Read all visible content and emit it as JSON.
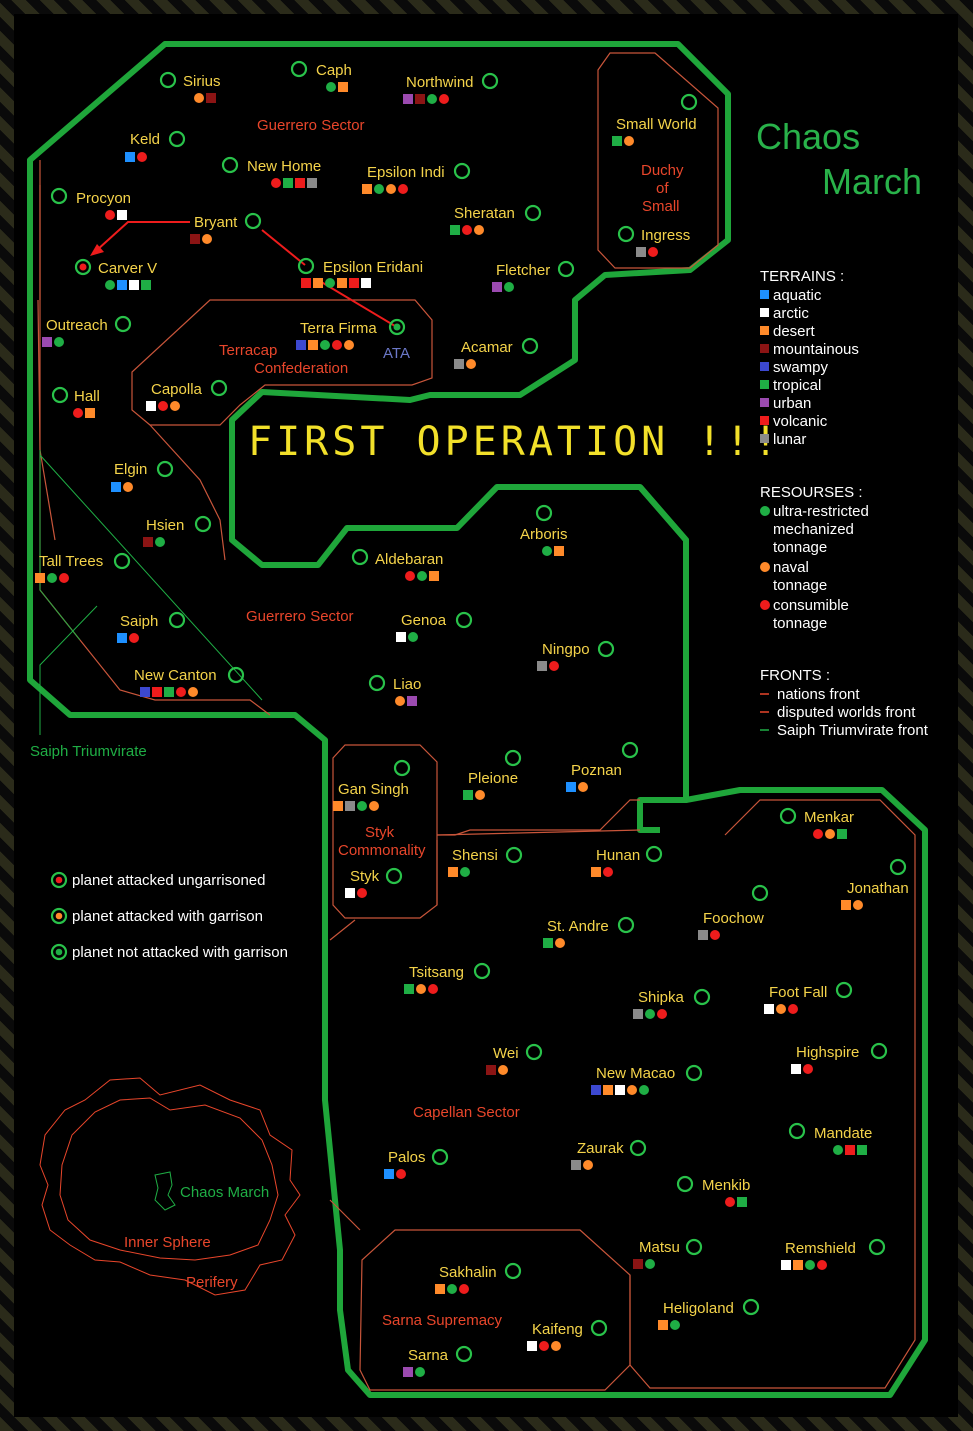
{
  "colors": {
    "border_green": "#1fa63a",
    "planet_ring": "#29c24a",
    "sector_line": "#c8553a",
    "name": "#f2d34e",
    "sector_name": "#e8462b",
    "ata": "#6b78c8",
    "title_yellow": "#f2e02a",
    "march_green": "#29b24a"
  },
  "title": {
    "line1": "Chaos",
    "line2": "March"
  },
  "banner": "FIRST OPERATION !!!",
  "sectors": [
    {
      "id": "guerrero-sector-north",
      "label": "Guerrero  Sector"
    },
    {
      "id": "duchy-of-small",
      "lines": [
        "Duchy",
        "of",
        "Small"
      ]
    },
    {
      "id": "terracap",
      "lines": [
        "Terracap",
        "Confederation"
      ]
    },
    {
      "id": "guerrero-sector-south",
      "label": "Guerrero  Sector"
    },
    {
      "id": "styk-commonality",
      "lines": [
        "Styk",
        "Commonality"
      ]
    },
    {
      "id": "capellan-sector",
      "label": "Capellan  Sector"
    },
    {
      "id": "sarna-supremacy",
      "label": "Sarna  Supremacy"
    }
  ],
  "ata_label": "ATA",
  "saiph_triumvirate_label": "Saiph  Triumvirate",
  "terrain_colors": {
    "aquatic": "#1e90ff",
    "arctic": "#ffffff",
    "desert": "#ff8a2a",
    "mountainous": "#8b1414",
    "swampy": "#3c48d0",
    "tropical": "#1fae45",
    "urban": "#9b4ab0",
    "volcanic": "#ee1c1c",
    "lunar": "#8a8a8a"
  },
  "resource_colors": {
    "mechanized": "#1fae45",
    "naval": "#ff8a2a",
    "consumible": "#ee1c1c"
  },
  "legend": {
    "terrains_title": "TERRAINS :",
    "terrains": [
      {
        "label": "aquatic",
        "color": "aquatic"
      },
      {
        "label": "arctic",
        "color": "arctic"
      },
      {
        "label": "desert",
        "color": "desert"
      },
      {
        "label": "mountainous",
        "color": "mountainous"
      },
      {
        "label": "swampy",
        "color": "swampy"
      },
      {
        "label": "tropical",
        "color": "tropical"
      },
      {
        "label": "urban",
        "color": "urban"
      },
      {
        "label": "volcanic",
        "color": "volcanic"
      },
      {
        "label": "lunar",
        "color": "lunar"
      }
    ],
    "resources_title": "RESOURSES :",
    "resources": [
      {
        "lines": [
          "ultra-restricted",
          "mechanized",
          "tonnage"
        ],
        "color": "mechanized"
      },
      {
        "lines": [
          "naval",
          "tonnage"
        ],
        "color": "naval"
      },
      {
        "lines": [
          "consumible",
          "tonnage"
        ],
        "color": "consumible"
      }
    ],
    "fronts_title": "FRONTS :",
    "fronts": [
      {
        "label": "nations front",
        "color": "#e8462b"
      },
      {
        "label": "disputed worlds front",
        "color": "#e8462b"
      },
      {
        "label": "Saiph Triumvirate front",
        "color": "#1fae45"
      }
    ]
  },
  "attack_legend": [
    {
      "label": "planet attacked ungarrisoned",
      "dot": "#ee1c1c"
    },
    {
      "label": "planet attacked with garrison",
      "dot": "#ff8a2a"
    },
    {
      "label": "planet not attacked with garrison",
      "dot": "#1fae45"
    }
  ],
  "inset": {
    "chaos_march": "Chaos  March",
    "inner_sphere": "Inner  Sphere",
    "perifery": "Perifery"
  },
  "planets": [
    {
      "name": "Sirius",
      "terr": [
        "desert:c",
        "mountainous:s"
      ]
    },
    {
      "name": "Caph",
      "terr": [
        "tropical:c",
        "desert:s"
      ]
    },
    {
      "name": "Northwind",
      "terr": [
        "urban:s",
        "mountainous:s",
        "tropical:c",
        "volcanic:c"
      ]
    },
    {
      "name": "Keld",
      "terr": [
        "aquatic:s",
        "volcanic:c"
      ]
    },
    {
      "name": "New Home",
      "terr": [
        "volcanic:c",
        "tropical:s",
        "volcanic:s",
        "lunar:s"
      ]
    },
    {
      "name": "Epsilon Indi",
      "terr": [
        "desert:s",
        "tropical:c",
        "desert:c",
        "volcanic:c"
      ]
    },
    {
      "name": "Procyon",
      "terr": [
        "volcanic:c",
        "arctic:s"
      ]
    },
    {
      "name": "Bryant",
      "terr": [
        "mountainous:s",
        "desert:c"
      ]
    },
    {
      "name": "Sheratan",
      "terr": [
        "tropical:s",
        "volcanic:c",
        "desert:c"
      ]
    },
    {
      "name": "Carver V",
      "terr": [
        "tropical:c",
        "aquatic:s",
        "arctic:s",
        "tropical:s"
      ]
    },
    {
      "name": "Epsilon Eridani",
      "terr": [
        "volcanic:s",
        "desert:s",
        "tropical:c",
        "desert:s",
        "volcanic:s",
        "arctic:s"
      ]
    },
    {
      "name": "Fletcher",
      "terr": [
        "urban:s",
        "tropical:c"
      ]
    },
    {
      "name": "Outreach",
      "terr": [
        "urban:s",
        "tropical:c"
      ]
    },
    {
      "name": "Terra Firma",
      "terr": [
        "swampy:s",
        "desert:s",
        "tropical:c",
        "volcanic:c",
        "desert:c"
      ]
    },
    {
      "name": "Acamar",
      "terr": [
        "lunar:s",
        "desert:c"
      ]
    },
    {
      "name": "Capolla",
      "terr": [
        "arctic:s",
        "volcanic:c",
        "desert:c"
      ]
    },
    {
      "name": "Hall",
      "terr": [
        "volcanic:c",
        "desert:s"
      ]
    },
    {
      "name": "Elgin",
      "terr": [
        "aquatic:s",
        "desert:c"
      ]
    },
    {
      "name": "Hsien",
      "terr": [
        "mountainous:s",
        "tropical:c"
      ]
    },
    {
      "name": "Tall Trees",
      "terr": [
        "desert:s",
        "tropical:c",
        "volcanic:c"
      ]
    },
    {
      "name": "Aldebaran",
      "terr": [
        "volcanic:c",
        "tropical:c",
        "desert:s"
      ]
    },
    {
      "name": "Arboris",
      "terr": [
        "tropical:c",
        "desert:s"
      ]
    },
    {
      "name": "Saiph",
      "terr": [
        "aquatic:s",
        "volcanic:c"
      ]
    },
    {
      "name": "Genoa",
      "terr": [
        "arctic:s",
        "tropical:c"
      ]
    },
    {
      "name": "Ningpo",
      "terr": [
        "lunar:s",
        "volcanic:c"
      ]
    },
    {
      "name": "New Canton",
      "terr": [
        "swampy:s",
        "volcanic:s",
        "tropical:s",
        "volcanic:c",
        "desert:c"
      ]
    },
    {
      "name": "Liao",
      "terr": [
        "desert:c",
        "urban:s"
      ]
    },
    {
      "name": "Gan Singh",
      "terr": [
        "desert:s",
        "lunar:s",
        "tropical:c",
        "desert:c"
      ]
    },
    {
      "name": "Pleione",
      "terr": [
        "tropical:s",
        "desert:c"
      ]
    },
    {
      "name": "Poznan",
      "terr": [
        "aquatic:s",
        "desert:c"
      ]
    },
    {
      "name": "Shensi",
      "terr": [
        "desert:s",
        "tropical:c"
      ]
    },
    {
      "name": "Hunan",
      "terr": [
        "desert:s",
        "volcanic:c"
      ]
    },
    {
      "name": "Menkar",
      "terr": [
        "volcanic:c",
        "desert:c",
        "tropical:s"
      ]
    },
    {
      "name": "Styk",
      "terr": [
        "arctic:s",
        "volcanic:c"
      ]
    },
    {
      "name": "Jonathan",
      "terr": [
        "desert:s",
        "desert:c"
      ]
    },
    {
      "name": "Foochow",
      "terr": [
        "lunar:s",
        "volcanic:c"
      ]
    },
    {
      "name": "St. Andre",
      "terr": [
        "tropical:s",
        "desert:c"
      ]
    },
    {
      "name": "Tsitsang",
      "terr": [
        "tropical:s",
        "desert:c",
        "volcanic:c"
      ]
    },
    {
      "name": "Shipka",
      "terr": [
        "lunar:s",
        "tropical:c",
        "volcanic:c"
      ]
    },
    {
      "name": "Foot Fall",
      "terr": [
        "arctic:s",
        "desert:c",
        "volcanic:c"
      ]
    },
    {
      "name": "Wei",
      "terr": [
        "mountainous:s",
        "desert:c"
      ]
    },
    {
      "name": "New Macao",
      "terr": [
        "swampy:s",
        "desert:s",
        "arctic:s",
        "desert:c",
        "tropical:c"
      ]
    },
    {
      "name": "Highspire",
      "terr": [
        "arctic:s",
        "volcanic:c"
      ]
    },
    {
      "name": "Mandate",
      "terr": [
        "tropical:c",
        "volcanic:s",
        "tropical:s"
      ]
    },
    {
      "name": "Palos",
      "terr": [
        "aquatic:s",
        "volcanic:c"
      ]
    },
    {
      "name": "Zaurak",
      "terr": [
        "lunar:s",
        "desert:c"
      ]
    },
    {
      "name": "Menkib",
      "terr": [
        "volcanic:c",
        "tropical:s"
      ]
    },
    {
      "name": "Matsu",
      "terr": [
        "mountainous:s",
        "tropical:c"
      ]
    },
    {
      "name": "Remshield",
      "terr": [
        "arctic:s",
        "desert:s",
        "tropical:c",
        "volcanic:c"
      ]
    },
    {
      "name": "Sakhalin",
      "terr": [
        "desert:s",
        "tropical:c",
        "volcanic:c"
      ]
    },
    {
      "name": "Heligoland",
      "terr": [
        "desert:s",
        "tropical:c"
      ]
    },
    {
      "name": "Kaifeng",
      "terr": [
        "arctic:s",
        "volcanic:c",
        "desert:c"
      ]
    },
    {
      "name": "Sarna",
      "terr": [
        "urban:s",
        "tropical:c"
      ]
    },
    {
      "name": "Small World",
      "terr": [
        "tropical:s",
        "desert:c"
      ]
    },
    {
      "name": "Ingress",
      "terr": [
        "lunar:s",
        "volcanic:c"
      ]
    }
  ]
}
